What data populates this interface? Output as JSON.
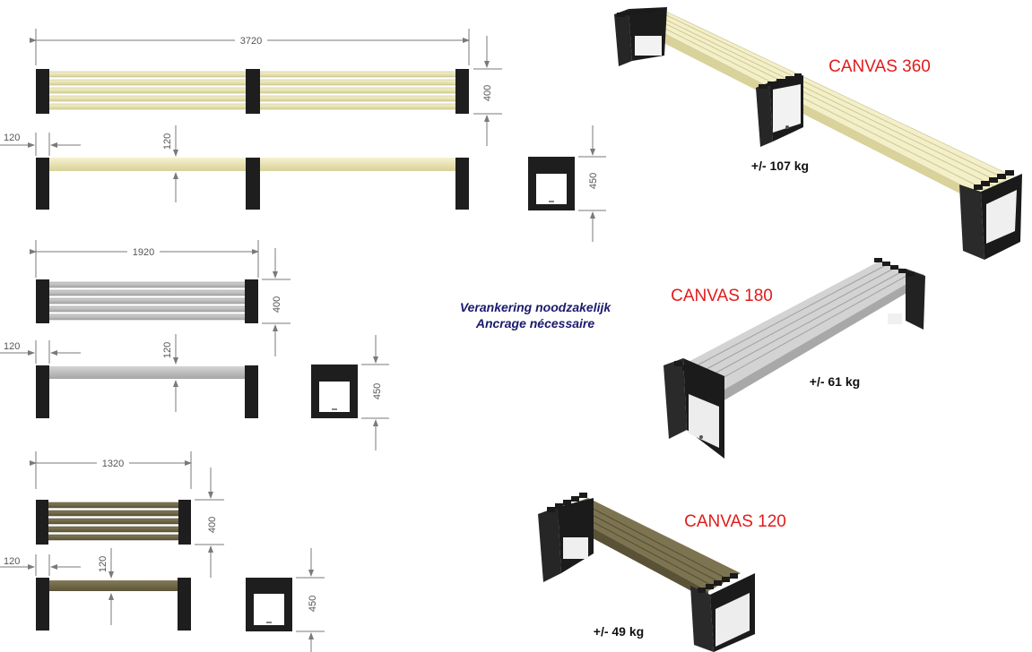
{
  "colors": {
    "frame": "#1e1e1e",
    "slat_360": "#ece7b5",
    "slat_180": "#bdbdbd",
    "slat_120": "#6e6547",
    "title": "#e21b1b",
    "note": "#1a1a6e",
    "dimension_line": "#7a7a7a"
  },
  "models": {
    "canvas360": {
      "title": "CANVAS 360",
      "weight": "+/- 107 kg",
      "dims": {
        "length": "3720",
        "width": "400",
        "height": "450",
        "leg": "120",
        "seat_offset": "120"
      }
    },
    "canvas180": {
      "title": "CANVAS 180",
      "weight": "+/- 61 kg",
      "dims": {
        "length": "1920",
        "width": "400",
        "height": "450",
        "leg": "120",
        "seat_offset": "120"
      }
    },
    "canvas120": {
      "title": "CANVAS 120",
      "weight": "+/- 49 kg",
      "dims": {
        "length": "1320",
        "width": "400",
        "height": "450",
        "leg": "120",
        "seat_offset": "120"
      }
    }
  },
  "note": {
    "line1": "Verankering noodzakelijk",
    "line2": "Ancrage nécessaire"
  }
}
